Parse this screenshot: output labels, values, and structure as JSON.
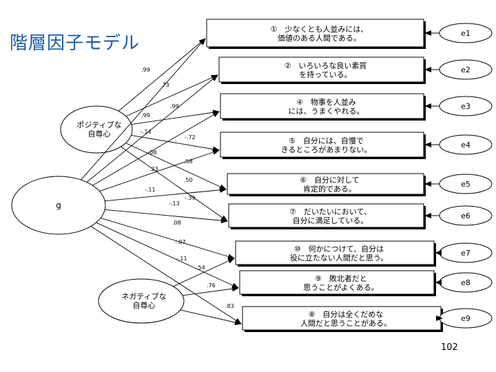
{
  "title": "階層因子モデル",
  "page_number": "102",
  "general_factor": {
    "label": "g"
  },
  "factors": [
    {
      "id": "positive",
      "lines": [
        "ポジティブな",
        "自尊心"
      ]
    },
    {
      "id": "negative",
      "lines": [
        "ネガティブな",
        "自尊心"
      ]
    }
  ],
  "items": [
    {
      "lines": [
        "①　少なくとも人並みには、",
        "価値のある人間である。"
      ],
      "error": "e1"
    },
    {
      "lines": [
        "②　いろいろな良い素質",
        "を持っている。"
      ],
      "error": "e2"
    },
    {
      "lines": [
        "④　物事を人並み",
        "には、うまくやれる。"
      ],
      "error": "e3"
    },
    {
      "lines": [
        "⑤　自分には、自慢で",
        "きるところがあまりない。"
      ],
      "error": "e4"
    },
    {
      "lines": [
        "⑥　自分に対して",
        "肯定的である。"
      ],
      "error": "e5"
    },
    {
      "lines": [
        "⑦　だいたいにおいて、",
        "自分に満足している。"
      ],
      "error": "e6"
    },
    {
      "lines": [
        "⑩　何かにつけて、自分は",
        "役に立たない人間だと思う。"
      ],
      "error": "e7"
    },
    {
      "lines": [
        "⑨　敗北者だと",
        "思うことがよくある。"
      ],
      "error": "e8"
    },
    {
      "lines": [
        "⑧　自分は全くだめな",
        "人間だと思うことがある。"
      ],
      "error": "e9"
    }
  ],
  "path_labels": {
    "g_items": [
      ".99",
      ".73",
      ".99",
      "-.14",
      "-.08",
      ".23",
      "-.11",
      "-.13",
      ".08",
      "-.07",
      "-.11"
    ],
    "pos_items": [
      ".99",
      "-.72",
      ".58",
      ".50",
      "-.39"
    ],
    "neg_items": [
      ".54",
      ".76",
      ".83"
    ]
  }
}
